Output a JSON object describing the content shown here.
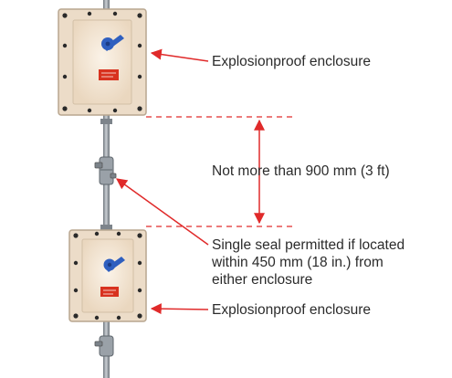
{
  "labels": {
    "top_enclosure": "Explosionproof enclosure",
    "max_distance": "Not more than 900 mm (3 ft)",
    "seal_lines": [
      "Single seal permitted if located",
      "within 450 mm (18 in.) from",
      "either enclosure"
    ],
    "bottom_enclosure": "Explosionproof enclosure"
  },
  "colors": {
    "leader_arrow": "#e02a2a",
    "dimension_arrow": "#e02a2a",
    "enclosure_fill": "#f4e7d6",
    "handle": "#2f5fbf",
    "nameplate": "#d8321f",
    "conduit": "#8d949c"
  }
}
